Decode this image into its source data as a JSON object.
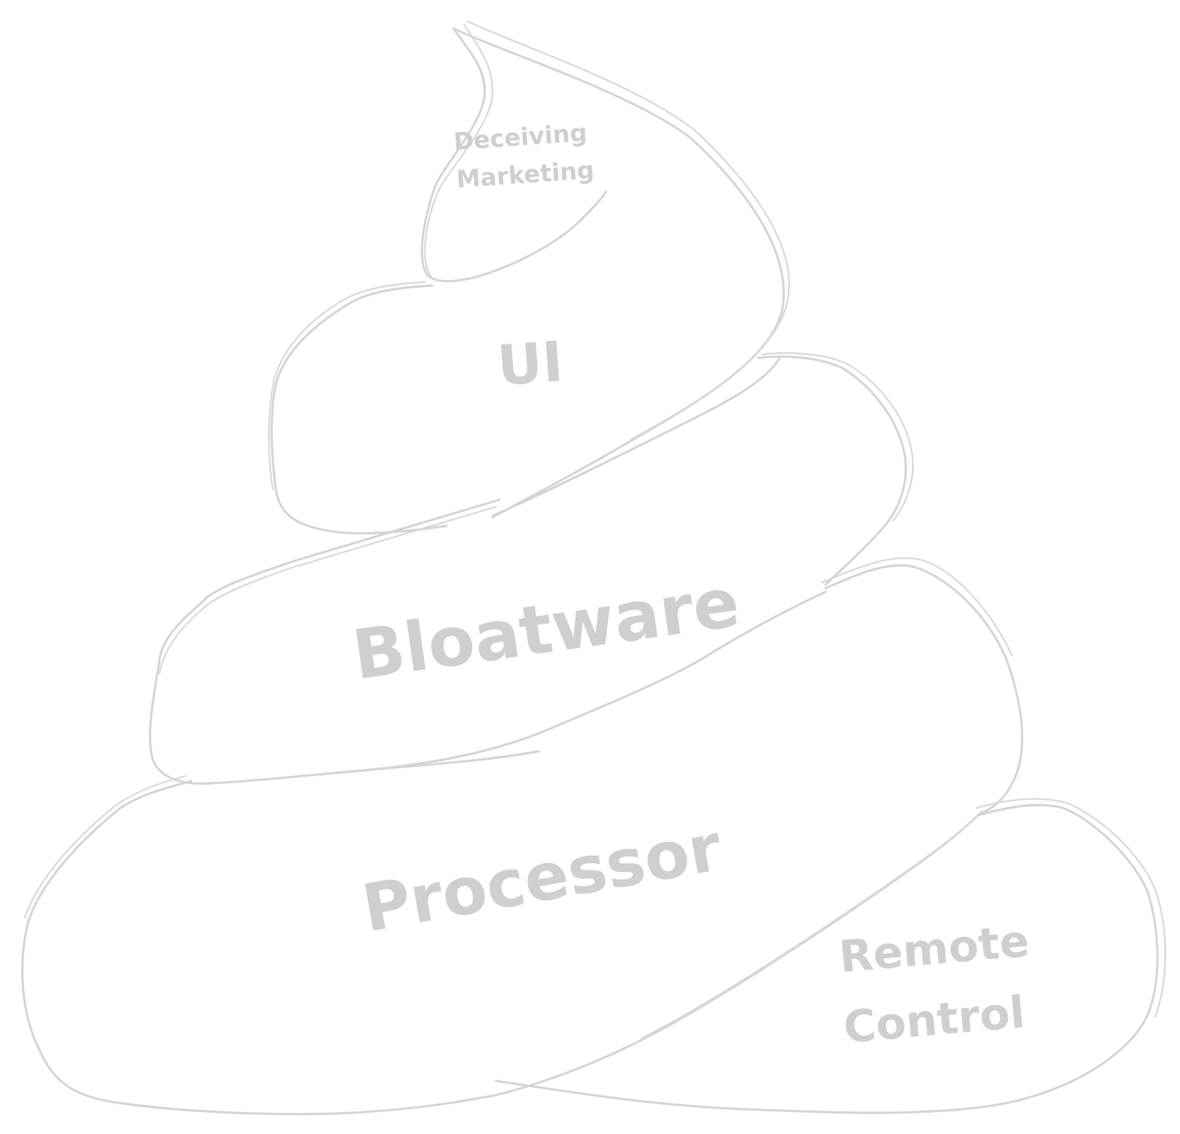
{
  "diagram": {
    "layers": [
      {
        "id": "tip",
        "label_lines": [
          "Deceiving",
          "Marketing"
        ]
      },
      {
        "id": "layer-2",
        "label_lines": [
          "UI"
        ]
      },
      {
        "id": "layer-3",
        "label_lines": [
          "Bloatware"
        ]
      },
      {
        "id": "layer-4",
        "label_lines": [
          "Processor"
        ]
      },
      {
        "id": "base-tail",
        "label_lines": [
          "Remote",
          "Control"
        ]
      }
    ],
    "colors": {
      "stroke": "#d4d4d4",
      "text": "#cfcfcf",
      "background": "#ffffff"
    }
  }
}
